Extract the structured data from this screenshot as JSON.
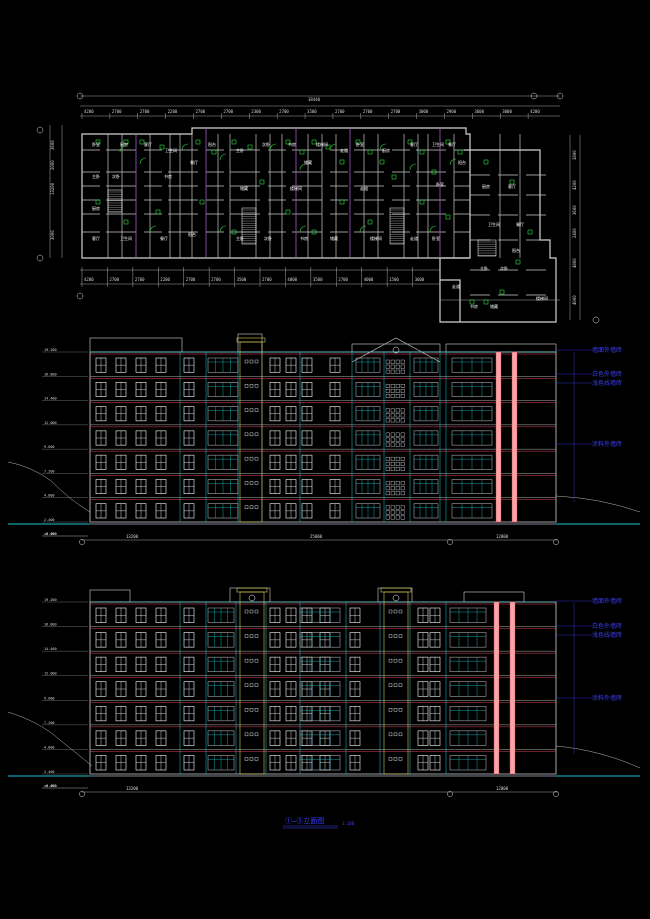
{
  "colors": {
    "background": "#000000",
    "wall": "#d2d2d2",
    "green": "#27e03a",
    "cyan": "#19c6cf",
    "red": "#e0405a",
    "pink": "#f7a6a6",
    "blue": "#3d3dff",
    "white": "#ffffff",
    "yellow": "#d8c85a"
  },
  "plan": {
    "total_width": "38440",
    "top_dims": [
      "4200",
      "2700",
      "2700",
      "2200",
      "2700",
      "2700",
      "2300",
      "2700",
      "3500",
      "2700",
      "2700",
      "2700",
      "3000",
      "2900",
      "3600",
      "3000",
      "4200"
    ],
    "bottom_dims": [
      "4200",
      "2700",
      "2700",
      "2200",
      "2700",
      "2700",
      "3500",
      "2700",
      "4000",
      "3500",
      "2700",
      "4000",
      "1500",
      "3600"
    ],
    "left_dims": [
      "3600",
      "2000",
      "13200",
      "3000"
    ],
    "right_dims": [
      "3800",
      "4200",
      "3600",
      "2400",
      "4800",
      "4000"
    ],
    "rooms": [
      "卧室",
      "厨房",
      "客厅",
      "卫生间",
      "餐厅",
      "阳台",
      "主卧",
      "次卧",
      "书房",
      "储藏",
      "楼梯间",
      "走道"
    ]
  },
  "front_elevation": {
    "annotations": [
      "墙面外墙砖",
      "白色外墙砖",
      "浅色线墙砖",
      "涂料外墙砖"
    ],
    "axis_dims": [
      "13200",
      "25800",
      "12000"
    ],
    "level_marks": [
      "19.200",
      "16.800",
      "14.400",
      "12.000",
      "9.600",
      "7.200",
      "4.800",
      "2.400",
      "±0.000",
      "-0.450"
    ]
  },
  "rear_elevation": {
    "annotations": [
      "墙面外墙砖",
      "白色外墙砖",
      "浅色线墙砖",
      "涂料外墙砖"
    ],
    "axis_dims": [
      "13200",
      "12000"
    ],
    "level_marks": [
      "19.200",
      "16.800",
      "14.400",
      "12.000",
      "9.600",
      "7.200",
      "4.800",
      "2.400",
      "±0.000",
      "-0.450"
    ]
  },
  "title": {
    "label": "①—⑤立面图",
    "scale": "1:100"
  }
}
